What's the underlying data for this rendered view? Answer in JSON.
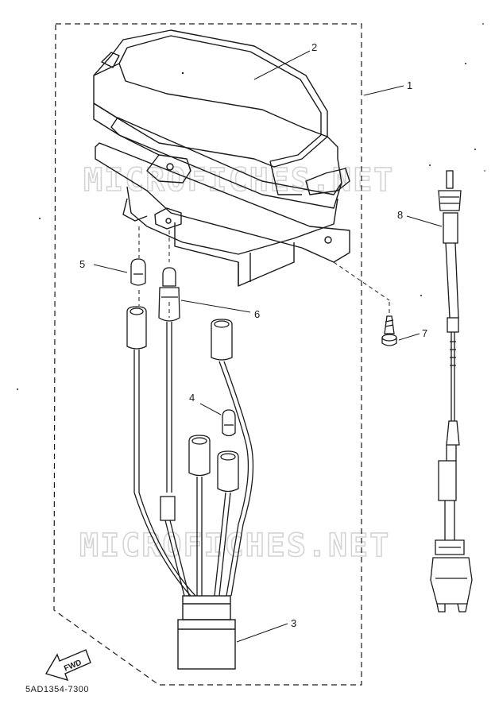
{
  "callouts": {
    "part1": "1",
    "part2": "2",
    "part3": "3",
    "part4": "4",
    "part5": "5",
    "part6": "6",
    "part7": "7",
    "part8": "8"
  },
  "fwd_label": "FWD",
  "watermark_top": "MICROFICHES.NET",
  "watermark_bottom": "MICROFICHES.NET",
  "doc_code": "5AD1354-7300",
  "colors": {
    "ink": "#1a1a1a",
    "watermark": "#d4d4d4",
    "background": "#ffffff"
  }
}
